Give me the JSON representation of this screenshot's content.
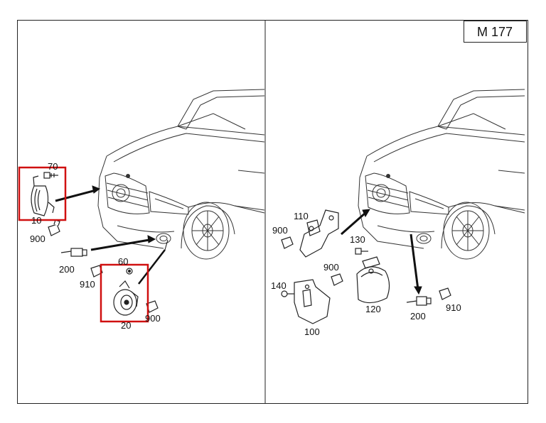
{
  "diagram_code": "M 177",
  "left_panel": {
    "callouts": {
      "c70": "70",
      "c10": "10",
      "c900a": "900",
      "c200": "200",
      "c910": "910",
      "c60": "60",
      "c20": "20",
      "c900b": "900"
    }
  },
  "right_panel": {
    "callouts": {
      "c110": "110",
      "c900a": "900",
      "c130": "130",
      "c900b": "900",
      "c140": "140",
      "c120": "120",
      "c100": "100",
      "c200": "200",
      "c910": "910"
    }
  },
  "highlight_color": "#d01010"
}
